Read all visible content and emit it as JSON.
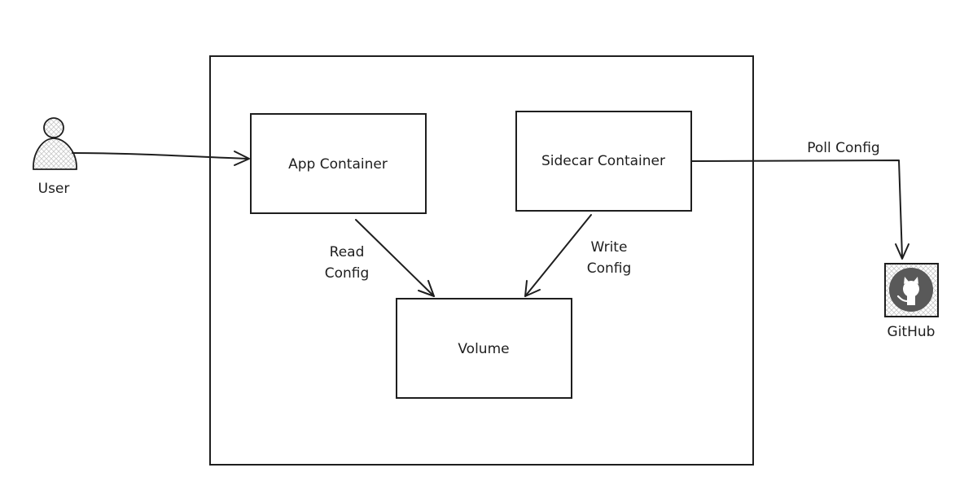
{
  "diagram": {
    "actors": {
      "user": {
        "label": "User"
      },
      "github": {
        "label": "GitHub"
      }
    },
    "nodes": {
      "app": {
        "label": "App Container"
      },
      "sidecar": {
        "label": "Sidecar Container"
      },
      "volume": {
        "label": "Volume"
      }
    },
    "edges": {
      "read": {
        "line1": "Read",
        "line2": "Config"
      },
      "write": {
        "line1": "Write",
        "line2": "Config"
      },
      "poll": {
        "label": "Poll Config"
      }
    }
  },
  "colors": {
    "stroke": "#1e1e1e",
    "icon_fill": "#d9d9d9",
    "github_mark": "#595959"
  },
  "icons": {
    "user": "person-icon",
    "github": "github-icon"
  }
}
